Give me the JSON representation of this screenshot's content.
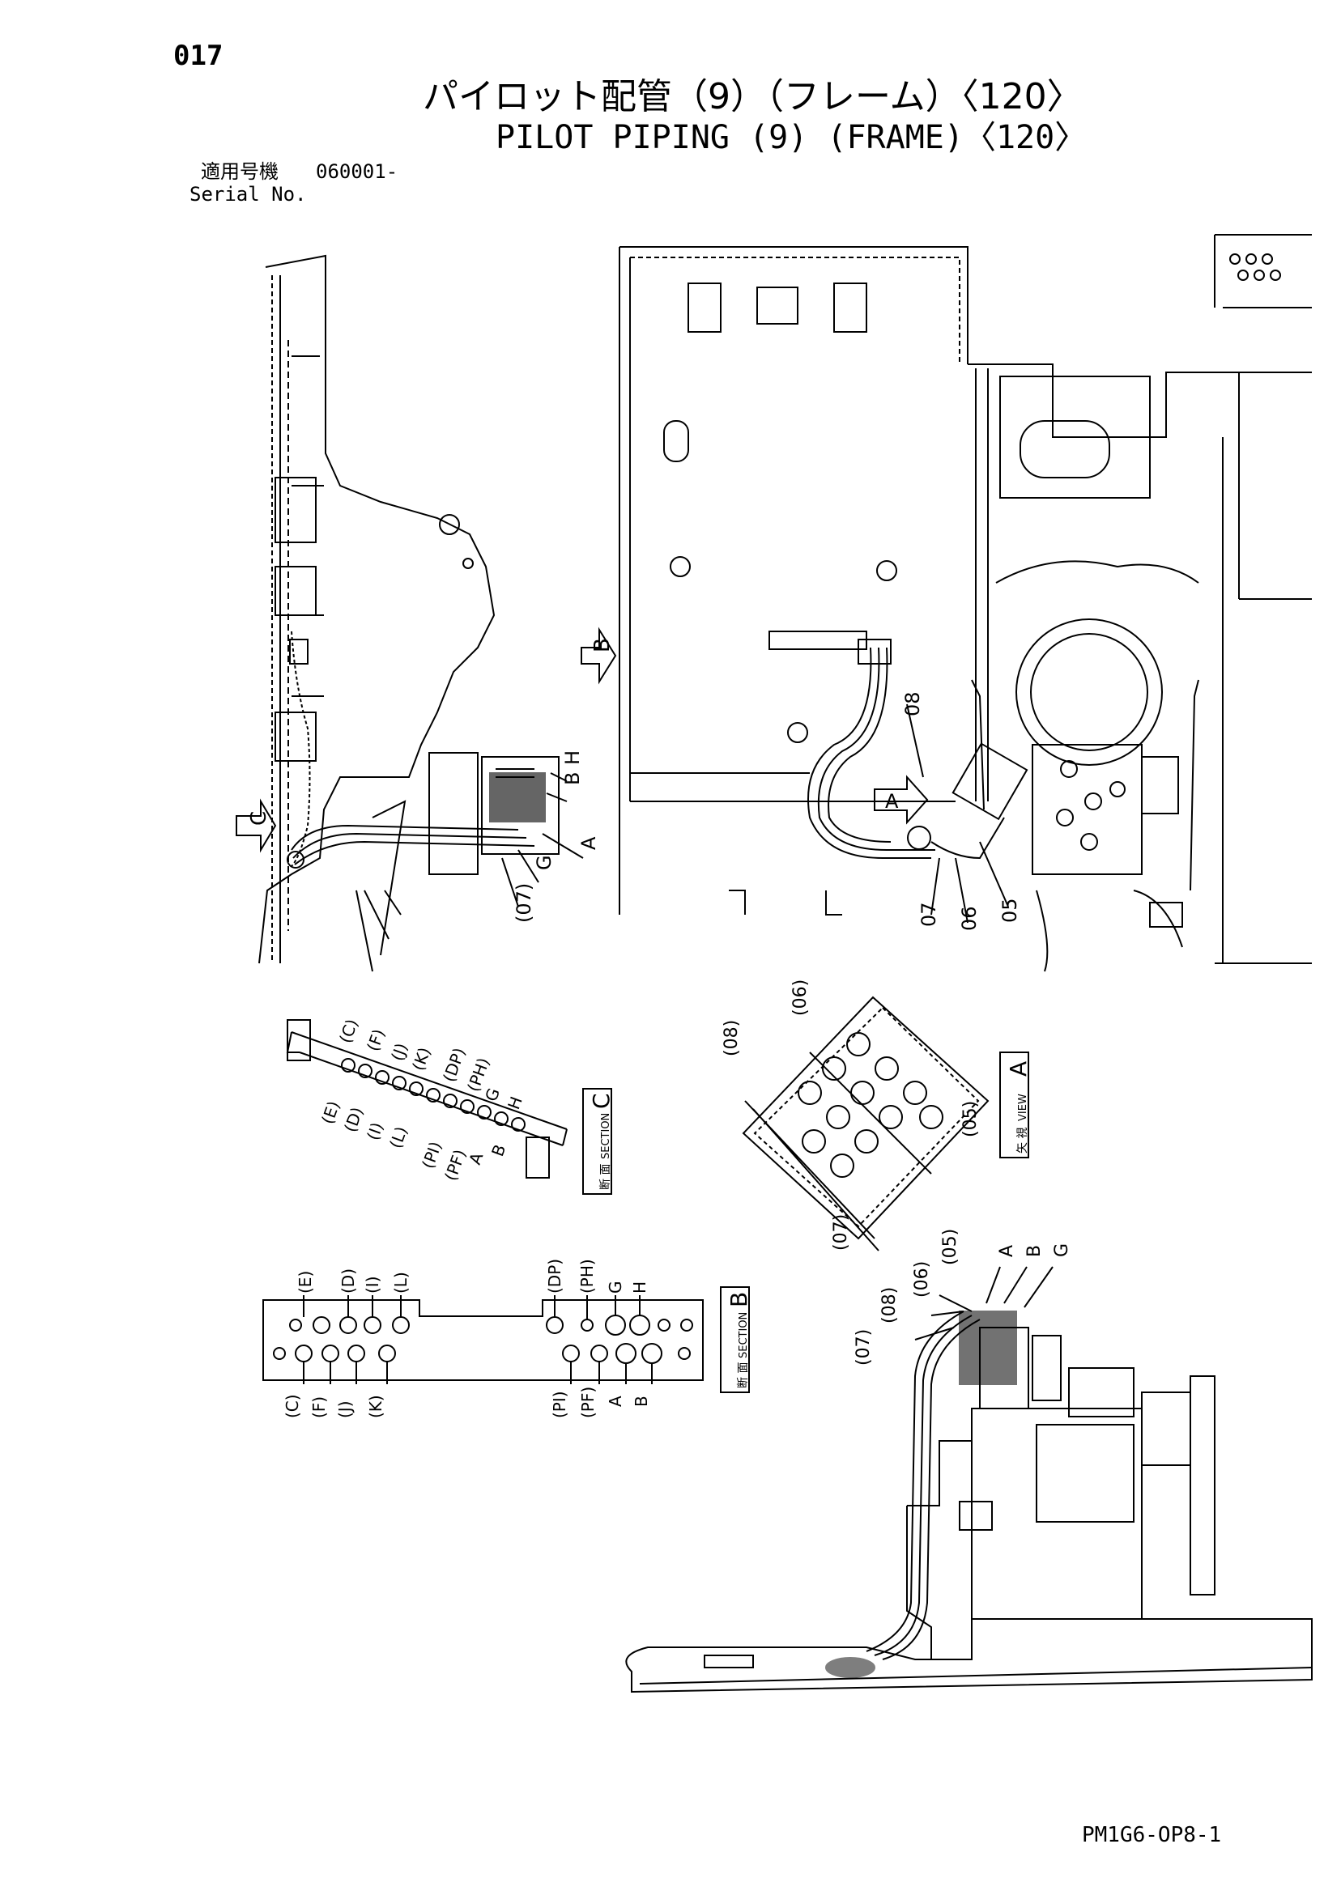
{
  "page_number": "017",
  "title_jp": "パイロット配管（9）（フレーム）〈120〉",
  "title_en": "PILOT PIPING (9) (FRAME)〈120〉",
  "serial_label_jp": "適用号機",
  "serial_value": "060001-",
  "serial_label_en": "Serial No.",
  "drawing_code": "PM1G6-OP8-1",
  "view_markers": {
    "c": "C",
    "b": "B",
    "a": "A"
  },
  "callouts": {
    "main_left": [
      "H",
      "B",
      "A",
      "G",
      "(07)"
    ],
    "main_right": [
      "08",
      "07",
      "06",
      "05"
    ]
  },
  "section_c": {
    "title_jp": "断 面",
    "title_en": "SECTION",
    "letter": "C",
    "top_labels": [
      "(C)",
      "(F)",
      "(J)",
      "(K)",
      "(DP)",
      "(PH)",
      "G",
      "H"
    ],
    "bottom_labels": [
      "(E)",
      "(D)",
      "(I)",
      "(L)",
      "(PI)",
      "(PF)",
      "A",
      "B"
    ]
  },
  "view_a": {
    "title_jp": "矢 視",
    "title_en": "VIEW",
    "letter": "A",
    "callouts": [
      "(06)",
      "(08)",
      "(05)",
      "(07)"
    ]
  },
  "section_b": {
    "title_jp": "断 面",
    "title_en": "SECTION",
    "letter": "B",
    "top_labels": [
      "(E)",
      "(D)",
      "(I)",
      "(L)",
      "(DP)",
      "(PH)",
      "G",
      "H"
    ],
    "bottom_labels": [
      "(C)",
      "(F)",
      "(J)",
      "(K)",
      "(PI)",
      "(PF)",
      "A",
      "B"
    ]
  },
  "side_view": {
    "callouts": [
      "(07)",
      "(08)",
      "(06)",
      "(05)",
      "A",
      "B",
      "G"
    ]
  }
}
